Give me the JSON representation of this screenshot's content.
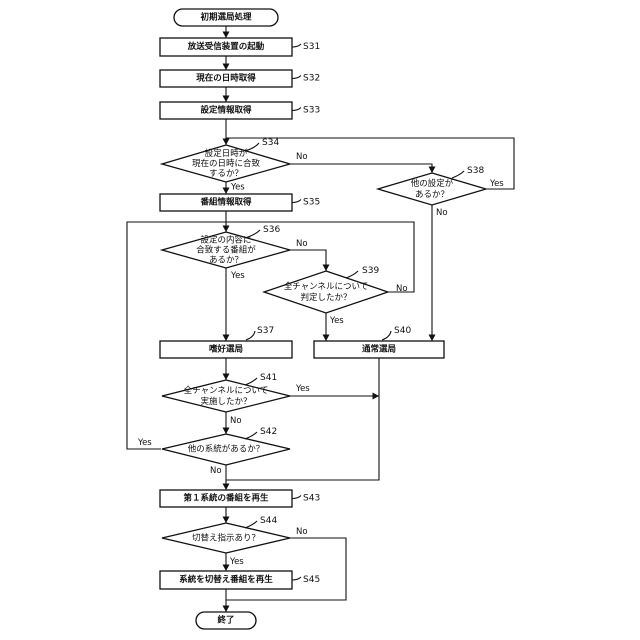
{
  "nodes": {
    "start": {
      "text": [
        "初期選局処理"
      ]
    },
    "s31": {
      "label": "S31",
      "text": [
        "放送受信装置の起動"
      ]
    },
    "s32": {
      "label": "S32",
      "text": [
        "現在の日時取得"
      ]
    },
    "s33": {
      "label": "S33",
      "text": [
        "設定情報取得"
      ]
    },
    "s34": {
      "label": "S34",
      "text": [
        "設定日時が",
        "現在の日時に合致",
        "するか？"
      ]
    },
    "s35": {
      "label": "S35",
      "text": [
        "番組情報取得"
      ]
    },
    "s36": {
      "label": "S36",
      "text": [
        "設定の内容に",
        "合致する番組が",
        "あるか？"
      ]
    },
    "s37": {
      "label": "S37",
      "text": [
        "嗜好選局"
      ]
    },
    "s38": {
      "label": "S38",
      "text": [
        "他の設定が",
        "あるか？"
      ]
    },
    "s39": {
      "label": "S39",
      "text": [
        "全チャンネルについて",
        "判定したか？"
      ]
    },
    "s40": {
      "label": "S40",
      "text": [
        "通常選局"
      ]
    },
    "s41": {
      "label": "S41",
      "text": [
        "全チャンネルについて",
        "実施したか？"
      ]
    },
    "s42": {
      "label": "S42",
      "text": [
        "他の系統があるか？"
      ]
    },
    "s43": {
      "label": "S43",
      "text": [
        "第１系統の番組を再生"
      ]
    },
    "s44": {
      "label": "S44",
      "text": [
        "切替え指示あり？"
      ]
    },
    "s45": {
      "label": "S45",
      "text": [
        "系統を切替え番組を再生"
      ]
    },
    "end": {
      "text": [
        "終了"
      ]
    }
  },
  "edge_labels": {
    "s34_yes": "Yes",
    "s34_no": "No",
    "s38_yes": "Yes",
    "s38_no": "No",
    "s36_yes": "Yes",
    "s36_no": "No",
    "s39_yes": "Yes",
    "s39_no": "No",
    "s41_yes": "Yes",
    "s41_no": "No",
    "s42_yes": "Yes",
    "s42_no": "No",
    "s44_yes": "Yes",
    "s44_no": "No"
  }
}
